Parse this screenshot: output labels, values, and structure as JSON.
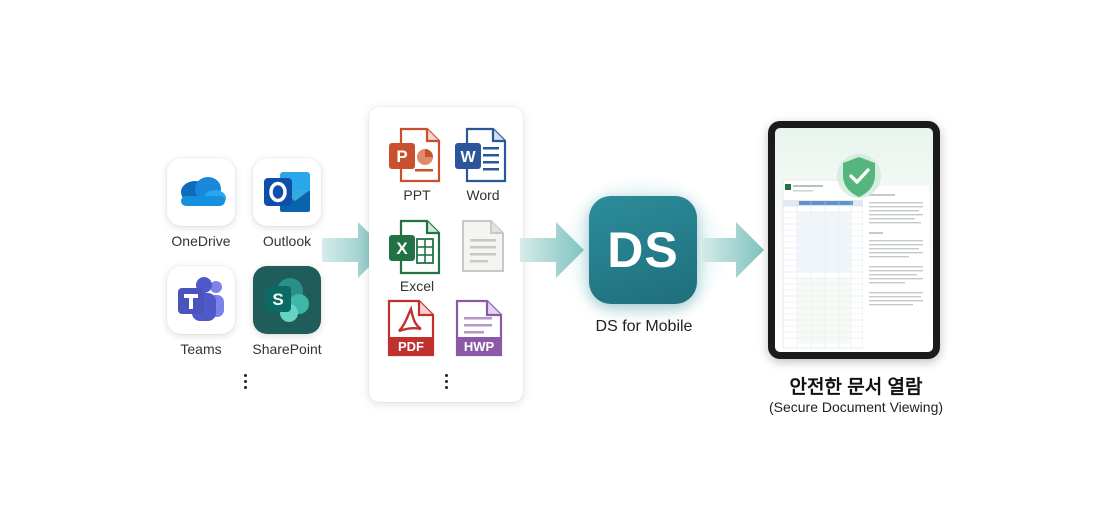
{
  "sources": {
    "apps": [
      {
        "name": "OneDrive",
        "icon": "onedrive-icon"
      },
      {
        "name": "Outlook",
        "icon": "outlook-icon"
      },
      {
        "name": "Teams",
        "icon": "teams-icon"
      },
      {
        "name": "SharePoint",
        "icon": "sharepoint-icon"
      }
    ],
    "more_icon": "vertical-ellipsis-icon"
  },
  "formats": {
    "items": [
      {
        "label": "PPT",
        "icon": "powerpoint-file-icon",
        "badge": "P"
      },
      {
        "label": "Word",
        "icon": "word-file-icon",
        "badge": "W"
      },
      {
        "label": "Excel",
        "icon": "excel-file-icon",
        "badge": "X"
      },
      {
        "label": "",
        "icon": "text-file-icon"
      },
      {
        "label": "",
        "icon": "pdf-file-icon",
        "badge": "PDF"
      },
      {
        "label": "",
        "icon": "hwp-file-icon",
        "badge": "HWP"
      }
    ],
    "more_icon": "vertical-ellipsis-icon"
  },
  "product": {
    "logo_text": "DS",
    "caption": "DS for Mobile"
  },
  "result": {
    "title": "안전한 문서 열람",
    "subtitle": "(Secure Document Viewing)",
    "device_icon": "tablet-icon",
    "badge_icon": "shield-check-icon"
  },
  "colors": {
    "arrow": "#8fcac6",
    "ds_tile": "#1f6e7c",
    "ppt": "#c8502e",
    "word": "#2b579a",
    "excel": "#217346",
    "pdf": "#c0302c",
    "hwp": "#8a5aa6",
    "shield": "#4caf74"
  }
}
